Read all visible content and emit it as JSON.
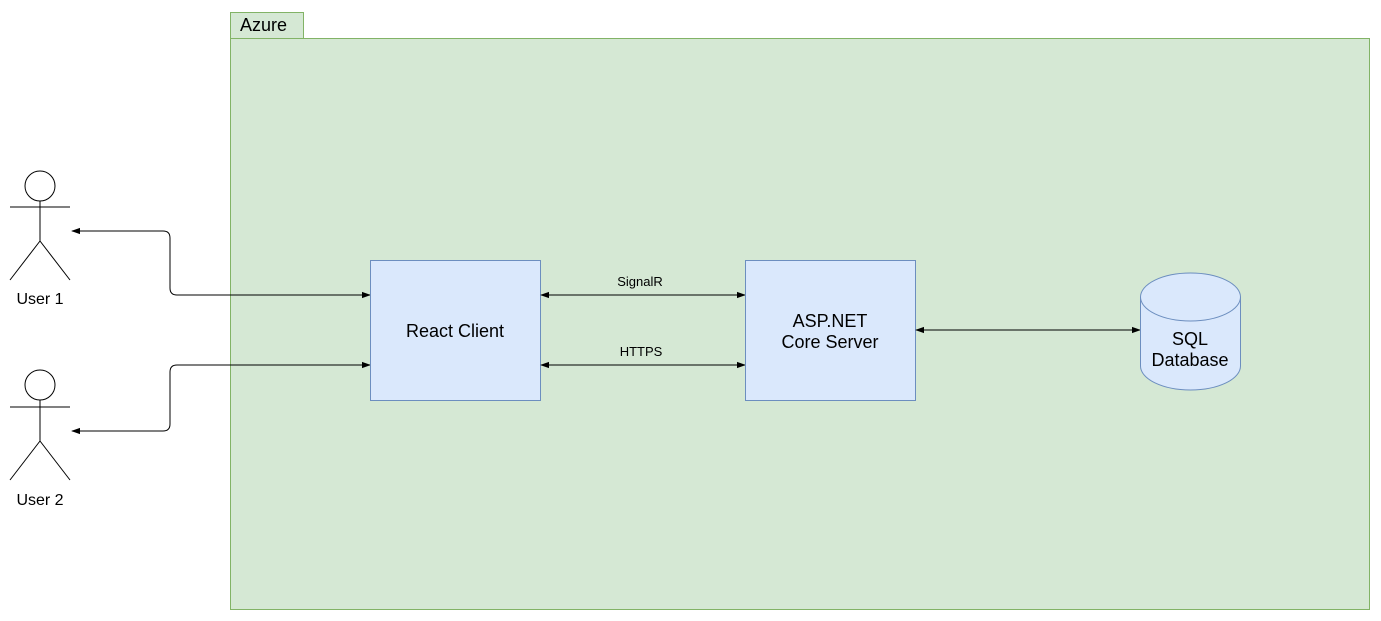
{
  "container": {
    "label": "Azure",
    "fill": "#d5e8d4",
    "stroke": "#82b366"
  },
  "actors": [
    {
      "id": "user1",
      "label": "User 1"
    },
    {
      "id": "user2",
      "label": "User 2"
    }
  ],
  "nodes": {
    "react_client": {
      "label": "React Client",
      "fill": "#dae8fc",
      "stroke": "#6c8ebf"
    },
    "asp_server": {
      "label_line1": "ASP.NET",
      "label_line2": "Core Server",
      "fill": "#dae8fc",
      "stroke": "#6c8ebf"
    },
    "sql_database": {
      "label_line1": "SQL",
      "label_line2": "Database",
      "fill": "#dae8fc",
      "stroke": "#6c8ebf"
    }
  },
  "edges": {
    "signalr": {
      "label": "SignalR"
    },
    "https": {
      "label": "HTTPS"
    }
  }
}
